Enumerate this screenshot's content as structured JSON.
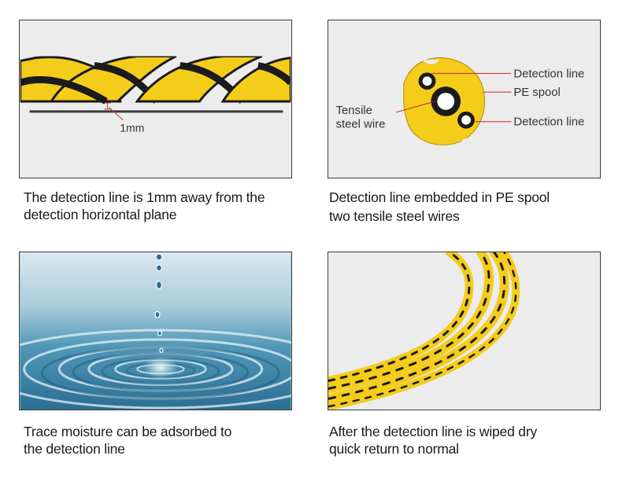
{
  "panels": {
    "p1": {
      "label_gap": "1mm"
    },
    "p2": {
      "label_detection_top": "Detection line",
      "label_pe_spool": "PE spool",
      "label_tensile_1": "Tensile",
      "label_tensile_2": "steel wire",
      "label_detection_bottom": "Detection line"
    }
  },
  "captions": {
    "c1": {
      "line1": "The detection line is 1mm away from the",
      "line2": "detection horizontal plane"
    },
    "c2": {
      "line1": "Detection line embedded in PE spool",
      "line2": "two tensile steel wires"
    },
    "c3": {
      "line1": "Trace moisture can be adsorbed to",
      "line2": "the detection line"
    },
    "c4": {
      "line1": "After the detection line is wiped dry",
      "line2": "quick return to normal"
    }
  },
  "colors": {
    "cable_yellow": "#f4cc1a",
    "cable_black": "#1b1b1b",
    "water_blue": "#3f8fb3"
  }
}
